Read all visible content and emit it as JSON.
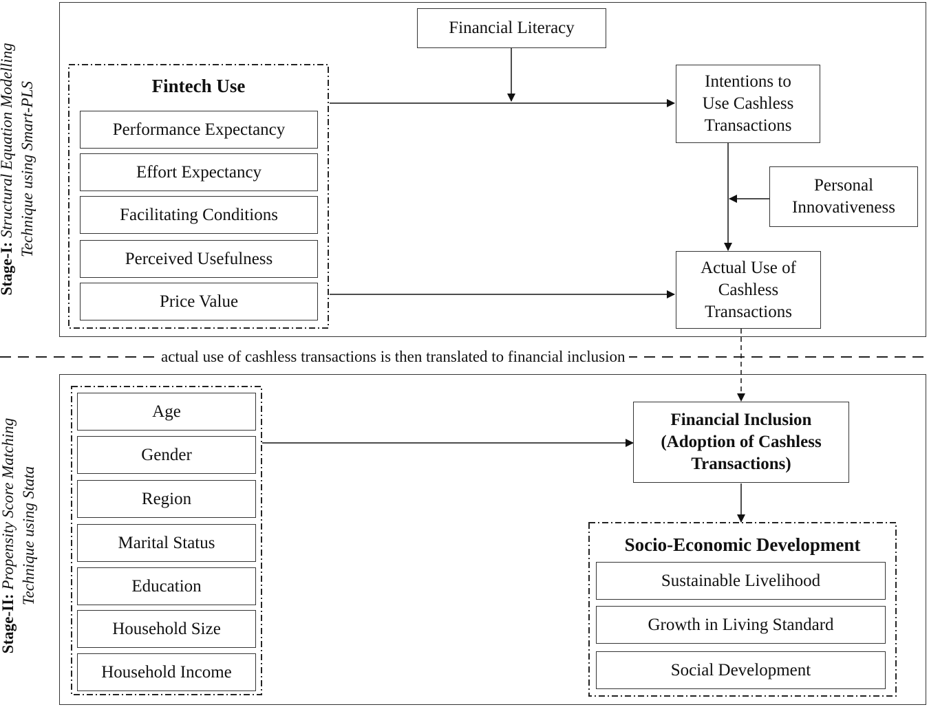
{
  "stage1": {
    "label_bold": "Stage-I:",
    "label_italic_1": "Structural Equation Modelling",
    "label_italic_2": "Technique using Smart-PLS",
    "financial_literacy": "Financial Literacy",
    "fintech_title": "Fintech Use",
    "fintech_items": [
      "Performance Expectancy",
      "Effort Expectancy",
      "Facilitating Conditions",
      "Perceived Usefulness",
      "Price Value"
    ],
    "intentions": [
      "Intentions to",
      "Use Cashless",
      "Transactions"
    ],
    "personal": [
      "Personal",
      "Innovativeness"
    ],
    "actual": [
      "Actual Use of",
      "Cashless",
      "Transactions"
    ]
  },
  "divider_note": "actual use of cashless transactions is then translated to financial inclusion",
  "stage2": {
    "label_bold": "Stage-II:",
    "label_italic_1": "Propensity Score Matching",
    "label_italic_2": "Technique using Stata",
    "controls": [
      "Age",
      "Gender",
      "Region",
      "Marital Status",
      "Education",
      "Household Size",
      "Household Income"
    ],
    "inclusion": [
      "Financial Inclusion",
      "(Adoption of Cashless",
      "Transactions)"
    ],
    "socio_title": "Socio-Economic Development",
    "socio_items": [
      "Sustainable Livelihood",
      "Growth in Living Standard",
      "Social Development"
    ]
  }
}
